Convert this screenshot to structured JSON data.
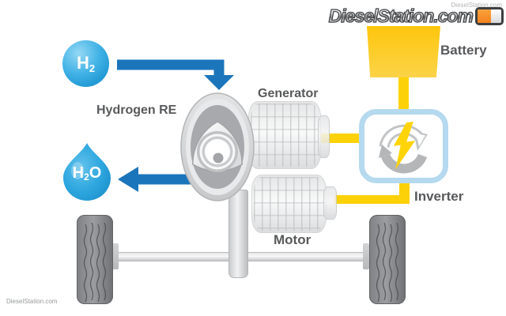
{
  "branding": {
    "logo_text": "DieselStation.com",
    "watermark": "DieselStation.com"
  },
  "labels": {
    "hydrogen_re": "Hydrogen RE",
    "generator": "Generator",
    "motor": "Motor",
    "battery": "Battery",
    "inverter": "Inverter"
  },
  "molecules": {
    "h2": {
      "base": "H",
      "sub": "2"
    },
    "h2o": {
      "base": "H",
      "sub": "2",
      "tail": "O"
    }
  },
  "icons": {
    "inverter_center": "lightning-bolt",
    "inverter_motif": "circular-conversion-arrows",
    "logo_badge": "orange-white-plate"
  },
  "colors": {
    "hydrogen_blue": "#2aa4de",
    "flow_arrow_blue": "#1b75bb",
    "wire_yellow": "#fdd108",
    "battery_yellow": "#fec60d",
    "inverter_border_blue": "#b5d9ee",
    "lightning_yellow": "#fed408",
    "label_gray": "#58595b",
    "machine_gray": "#d2d4d6",
    "tire_gray": "#7e8083"
  }
}
